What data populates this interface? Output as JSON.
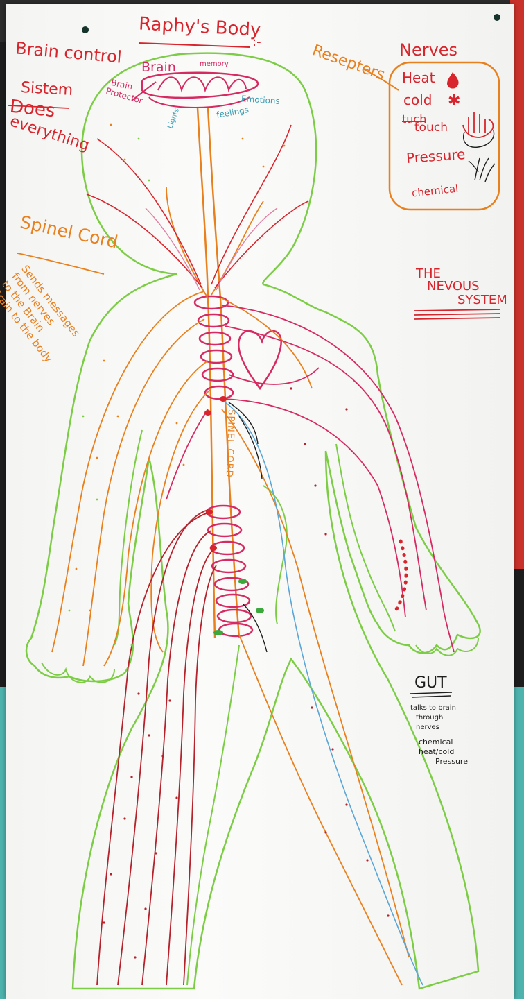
{
  "poster": {
    "title": "Raphy's Body",
    "title_suffix": ":-",
    "left_notes": {
      "brain_control": "Brain control",
      "system": "Sistem",
      "does": "Does",
      "everything": "everything"
    },
    "spinal_section": {
      "heading": "Spinel Cord",
      "lines": [
        "Sends messages",
        "from nerves",
        "to the Brain",
        "Brain to the body"
      ]
    },
    "receptors_label": "Resepters",
    "nerves_box": {
      "heading": "Nerves",
      "items": [
        "Heat",
        "cold",
        "tuch",
        "touch",
        "Pressure",
        "chemical"
      ]
    },
    "system_title": [
      "THE",
      "NEVOUS",
      "SYSTEM"
    ],
    "gut": {
      "heading": "GUT",
      "lines": [
        "talks to brain",
        "through",
        "nerves",
        "chemical",
        "heat/cold",
        "Pressure"
      ]
    },
    "head_labels": {
      "brain": "Brain",
      "memory": "memory",
      "brain_protector": [
        "Brain",
        "Protector"
      ],
      "lights": "Lights",
      "feelings": "feelings",
      "emotions": "Emotions"
    },
    "cord_label": "SPINEL CORD"
  },
  "colors": {
    "orange": "#e9801e",
    "red": "#d8252d",
    "magenta": "#d62a62",
    "green": "#7ccd45",
    "blue": "#5aa6d6",
    "pink": "#e07fa3",
    "dark": "#1e1e1e",
    "teal": "#3a9db3"
  }
}
